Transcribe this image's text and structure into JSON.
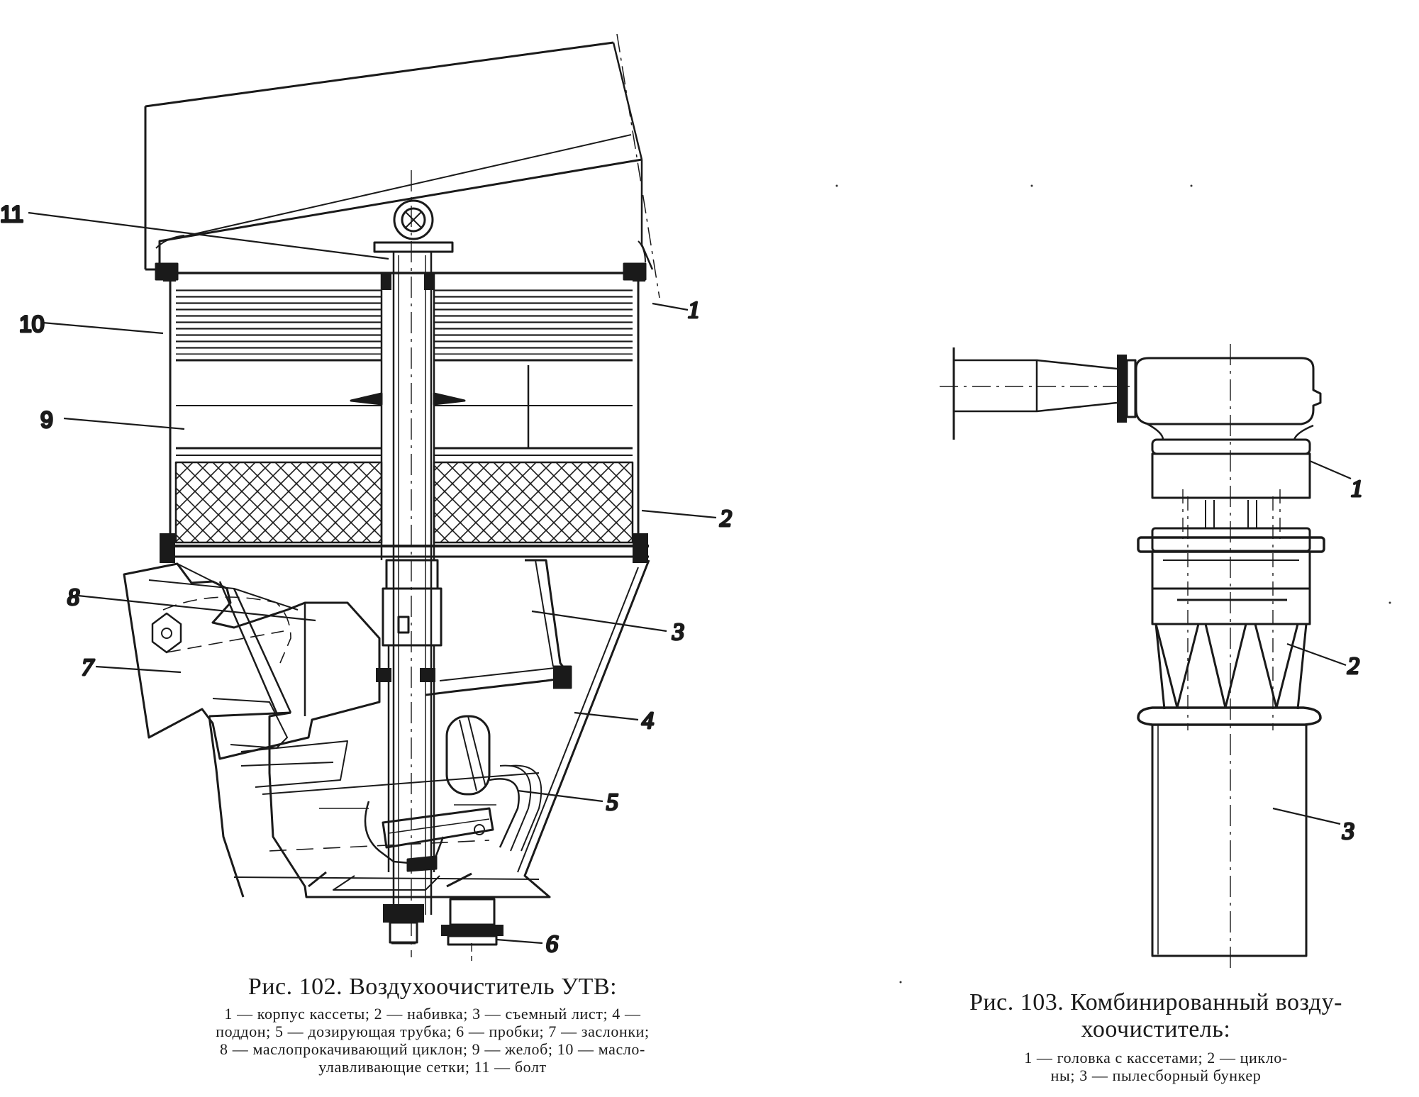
{
  "figure_102": {
    "caption_title": "Рис. 102. Воздухоочиститель УТВ:",
    "caption_legend": [
      "1 — корпус кассеты; 2 — набивка; 3 — съемный лист; 4 —",
      "поддон; 5 — дозирующая трубка; 6 — пробки; 7 — заслонки;",
      "8 — маслопрокачивающий циклон; 9 — желоб; 10 — масло-",
      "улавливающие сетки; 11 — болт"
    ],
    "callouts": [
      "1",
      "2",
      "3",
      "4",
      "5",
      "6",
      "7",
      "8",
      "9",
      "10",
      "11"
    ]
  },
  "figure_103": {
    "caption_title_lines": [
      "Рис. 103. Комбинированный возду-",
      "хоочиститель:"
    ],
    "caption_legend": [
      "1 — головка с кассетами; 2 — цикло-",
      "ны; 3 — пылесборный бункер"
    ],
    "callouts": [
      "1",
      "2",
      "3"
    ]
  },
  "colors": {
    "ink": "#1a1a1a",
    "paper": "#ffffff"
  }
}
